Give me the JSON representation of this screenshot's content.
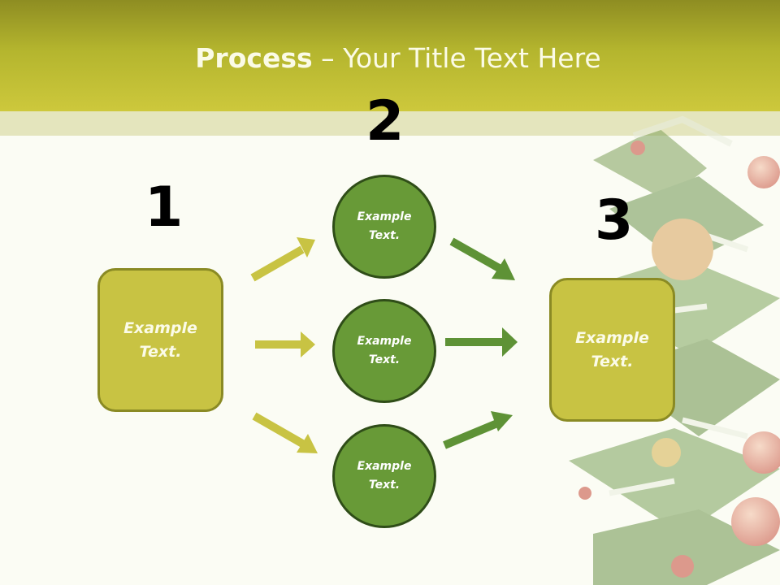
{
  "slide": {
    "title_bold": "Process",
    "title_rest": " – Your Title Text Here"
  },
  "steps": [
    {
      "number": "1",
      "label": "Example\nText."
    },
    {
      "number": "2",
      "labels": [
        "Example\nText.",
        "Example\nText.",
        "Example\nText."
      ]
    },
    {
      "number": "3",
      "label": "Example\nText."
    }
  ],
  "colors": {
    "header": "#b4b52e",
    "box_fill": "#c8c343",
    "circle_fill": "#689a37",
    "arrow_yellow": "#c8c343",
    "arrow_green": "#5e9236"
  }
}
